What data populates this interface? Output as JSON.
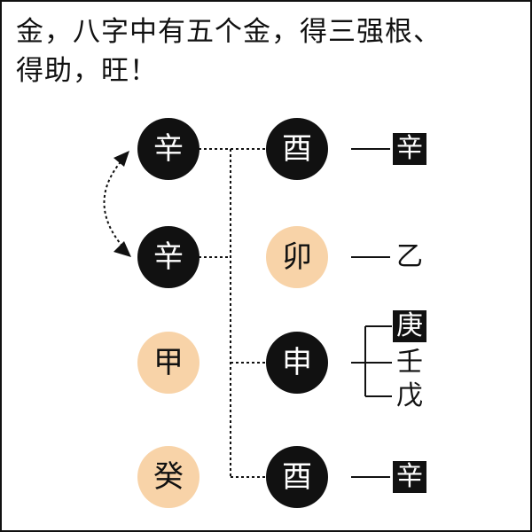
{
  "title": {
    "line1": "金，八字中有五个金，得三强根、",
    "line2": "得助，旺！"
  },
  "colors": {
    "dark_node": "#111111",
    "light_node": "#f8d3a8"
  },
  "pillars": {
    "stems": [
      {
        "char": "辛",
        "tone": "dark"
      },
      {
        "char": "辛",
        "tone": "dark"
      },
      {
        "char": "甲",
        "tone": "light"
      },
      {
        "char": "癸",
        "tone": "light"
      }
    ],
    "branches": [
      {
        "char": "酉",
        "tone": "dark"
      },
      {
        "char": "卯",
        "tone": "light"
      },
      {
        "char": "申",
        "tone": "dark"
      },
      {
        "char": "酉",
        "tone": "dark"
      }
    ]
  },
  "hidden_stems": {
    "row1": [
      {
        "char": "辛",
        "boxed": true
      }
    ],
    "row2": [
      {
        "char": "乙",
        "boxed": false
      }
    ],
    "row3": [
      {
        "char": "庚",
        "boxed": true
      },
      {
        "char": "壬",
        "boxed": false
      },
      {
        "char": "戊",
        "boxed": false
      }
    ],
    "row4": [
      {
        "char": "辛",
        "boxed": true
      }
    ]
  }
}
